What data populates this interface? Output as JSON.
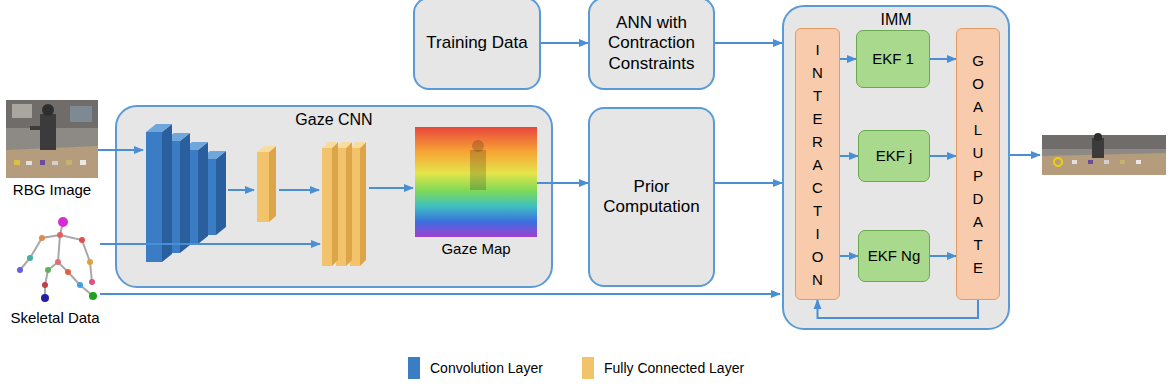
{
  "diagram": {
    "nodes": [
      {
        "text": [
          "Gaze CNN"
        ]
      },
      {
        "text": [
          "Training Data"
        ]
      },
      {
        "text": [
          "ANN with Contraction Constraints"
        ]
      },
      {
        "text": [
          "Prior Computation"
        ]
      },
      {
        "text": [
          "IMM"
        ]
      },
      {
        "text": [
          "INTERACTION"
        ],
        "in": 4
      },
      {
        "text": [
          "EKF 1"
        ],
        "in": 4
      },
      {
        "text": [
          "EKF j"
        ],
        "in": 4
      },
      {
        "text": [
          "EKF Ng"
        ],
        "in": 4
      },
      {
        "text": [
          "GOAL UPDATE"
        ],
        "in": 4
      }
    ],
    "edges": [
      {
        "from": 1,
        "to": 2,
        "arrow": "to"
      },
      {
        "from": 2,
        "to": 4,
        "arrow": "to"
      },
      {
        "from": 0,
        "to": 3,
        "arrow": "to"
      },
      {
        "from": 3,
        "to": 4,
        "arrow": "to"
      },
      {
        "from": 5,
        "to": 6,
        "arrow": "to"
      },
      {
        "from": 5,
        "to": 7,
        "arrow": "to"
      },
      {
        "from": 5,
        "to": 8,
        "arrow": "to"
      },
      {
        "from": 6,
        "to": 9,
        "arrow": "to"
      },
      {
        "from": 7,
        "to": 9,
        "arrow": "to"
      },
      {
        "from": 8,
        "to": 9,
        "arrow": "to"
      },
      {
        "from": 9,
        "to": 5,
        "arrow": "to"
      }
    ],
    "labels": [
      "RBG Image",
      "Skeletal Data",
      "Gaze Map"
    ],
    "legend": [
      {
        "text": "Convolution Layer",
        "color": "#3b7dc4"
      },
      {
        "text": "Fully Connected Layer",
        "color": "#f2c36b"
      }
    ]
  }
}
